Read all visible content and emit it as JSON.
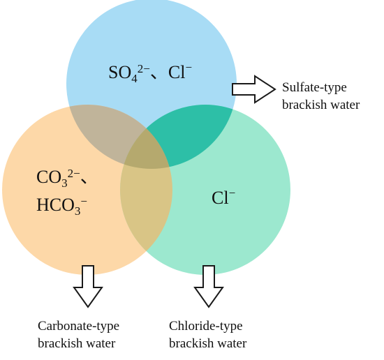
{
  "colors": {
    "sulfate": "#a8dcf5",
    "carbonate": "#fdd8a8",
    "chloride": "#9ce8cf",
    "overlap_sulfate_carbonate": "#c0b49a",
    "overlap_sulfate_chloride": "#2dbfa7",
    "overlap_carbonate_chloride": "#d9c586",
    "overlap_center": "#b5a96e"
  },
  "circles": {
    "sulfate": {
      "ion_main_1": "SO",
      "ion_sub_1": "4",
      "ion_sup_1": "2−",
      "separator": "、",
      "ion_main_2": "Cl",
      "ion_sup_2": "−"
    },
    "carbonate": {
      "ion_main_1": "CO",
      "ion_sub_1": "3",
      "ion_sup_1": "2−",
      "separator": "、",
      "ion_main_2": "HCO",
      "ion_sub_2": "3",
      "ion_sup_2": "−"
    },
    "chloride": {
      "ion_main_1": "Cl",
      "ion_sup_1": "−"
    }
  },
  "labels": {
    "sulfate_line1": "Sulfate-type",
    "sulfate_line2": "brackish water",
    "carbonate_line1": "Carbonate-type",
    "carbonate_line2": "brackish water",
    "chloride_line1": "Chloride-type",
    "chloride_line2": "brackish water"
  },
  "icons": {
    "sulfate_arrow": "arrow-right-icon",
    "carbonate_arrow": "arrow-down-icon",
    "chloride_arrow": "arrow-down-icon"
  }
}
